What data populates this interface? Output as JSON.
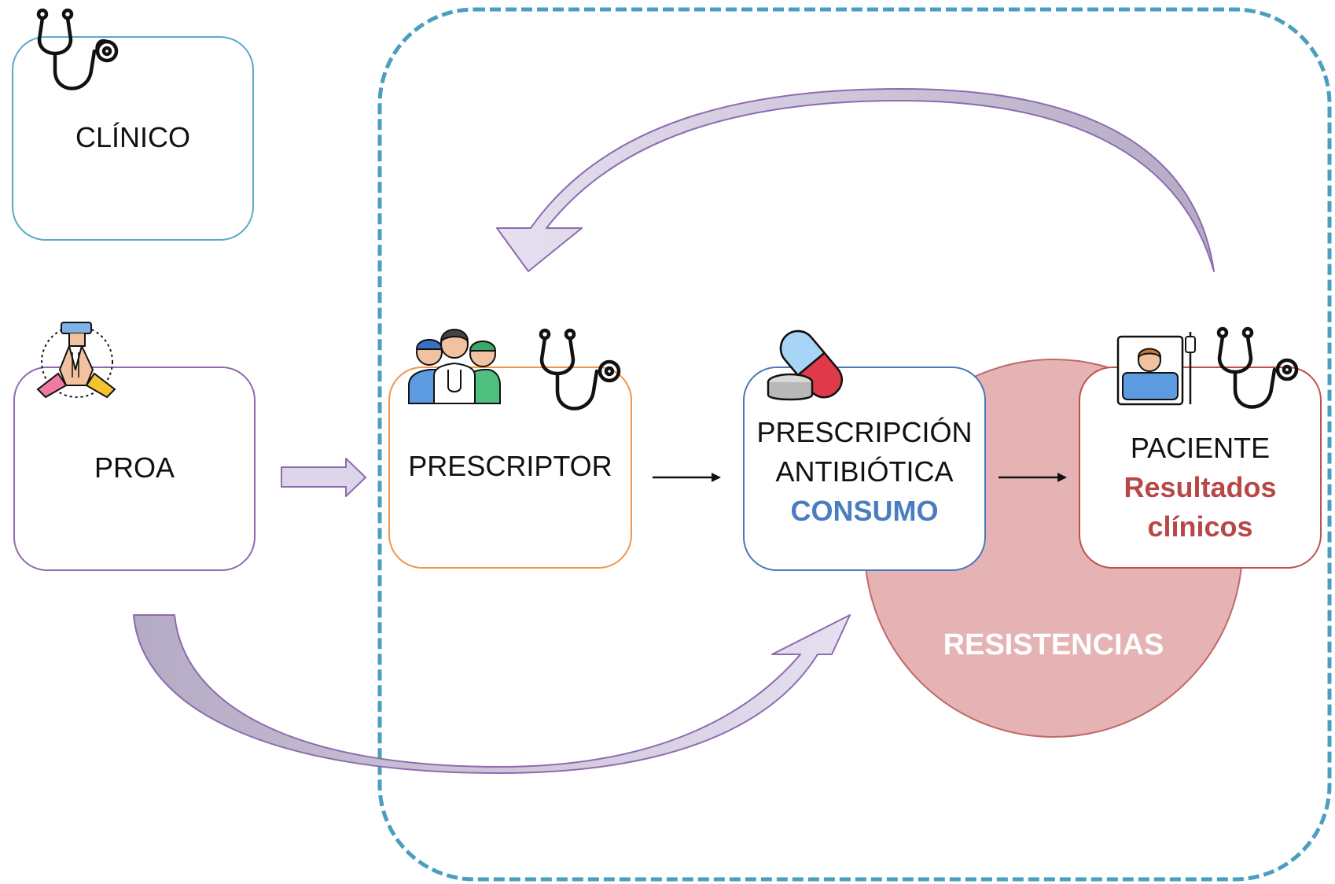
{
  "nodes": {
    "clinico": {
      "label": "CLÍNICO",
      "icon": "stethoscope-icon"
    },
    "proa": {
      "label": "PROA",
      "icon": "hands-together-icon"
    },
    "prescriptor": {
      "label": "PRESCRIPTOR",
      "icons": [
        "medical-team-icon",
        "stethoscope-icon"
      ]
    },
    "prescripcion": {
      "line1": "PRESCRIPCIÓN",
      "line2": "ANTIBIÓTICA",
      "highlight": "CONSUMO",
      "icon": "pills-capsule-icon"
    },
    "paciente": {
      "label": "PACIENTE",
      "highlight1": "Resultados",
      "highlight2": "clínicos",
      "icons": [
        "patient-bed-icon",
        "stethoscope-icon"
      ]
    },
    "resistencias": {
      "label": "RESISTENCIAS"
    }
  },
  "colors": {
    "clinico_border": "#5aa9c7",
    "proa_border": "#8e6bb0",
    "prescriptor_border": "#f0954a",
    "prescripcion_border": "#4a78b8",
    "paciente_border": "#c05050",
    "dashed_border": "#4a9fc0",
    "consumo_text": "#4a7cc0",
    "resultados_text": "#b84848",
    "resistencias_fill": "#e5b3b3",
    "resistencias_stroke": "#c06868",
    "arrow_fill": "#ddd6ea",
    "arrow_fill_dark": "#b9b0c8",
    "arrow_stroke": "#8e6bb0"
  }
}
